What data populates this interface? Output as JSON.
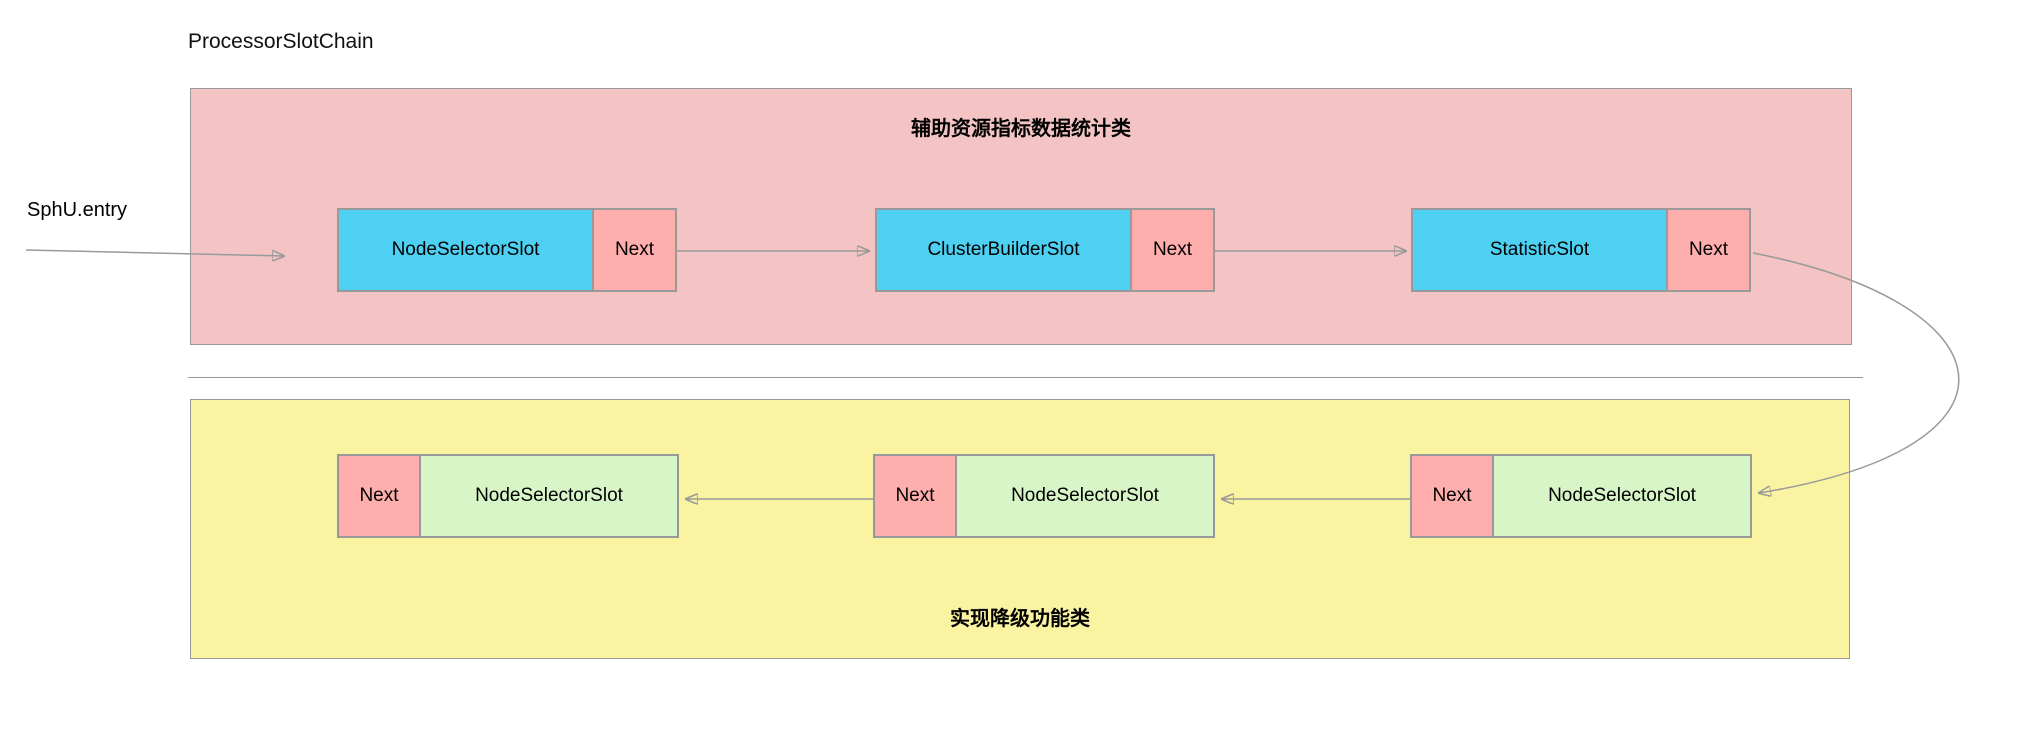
{
  "title": "ProcessorSlotChain",
  "entry": {
    "label": "SphU.entry"
  },
  "top_group": {
    "label": "辅助资源指标数据统计类",
    "slots": [
      {
        "name": "NodeSelectorSlot",
        "next_label": "Next"
      },
      {
        "name": "ClusterBuilderSlot",
        "next_label": "Next"
      },
      {
        "name": "StatisticSlot",
        "next_label": "Next"
      }
    ]
  },
  "bottom_group": {
    "label": "实现降级功能类",
    "slots": [
      {
        "name": "NodeSelectorSlot",
        "next_label": "Next"
      },
      {
        "name": "NodeSelectorSlot",
        "next_label": "Next"
      },
      {
        "name": "NodeSelectorSlot",
        "next_label": "Next"
      }
    ]
  },
  "colors": {
    "top_container_fill": "#F4C4C4",
    "bottom_container_fill": "#F9F3A2",
    "top_slot_fill": "#4DD0F2",
    "bottom_slot_fill": "#D7F5C6",
    "next_cell_fill": "#FFAEAE",
    "border_and_arrows": "#999999",
    "text": "#000000"
  }
}
